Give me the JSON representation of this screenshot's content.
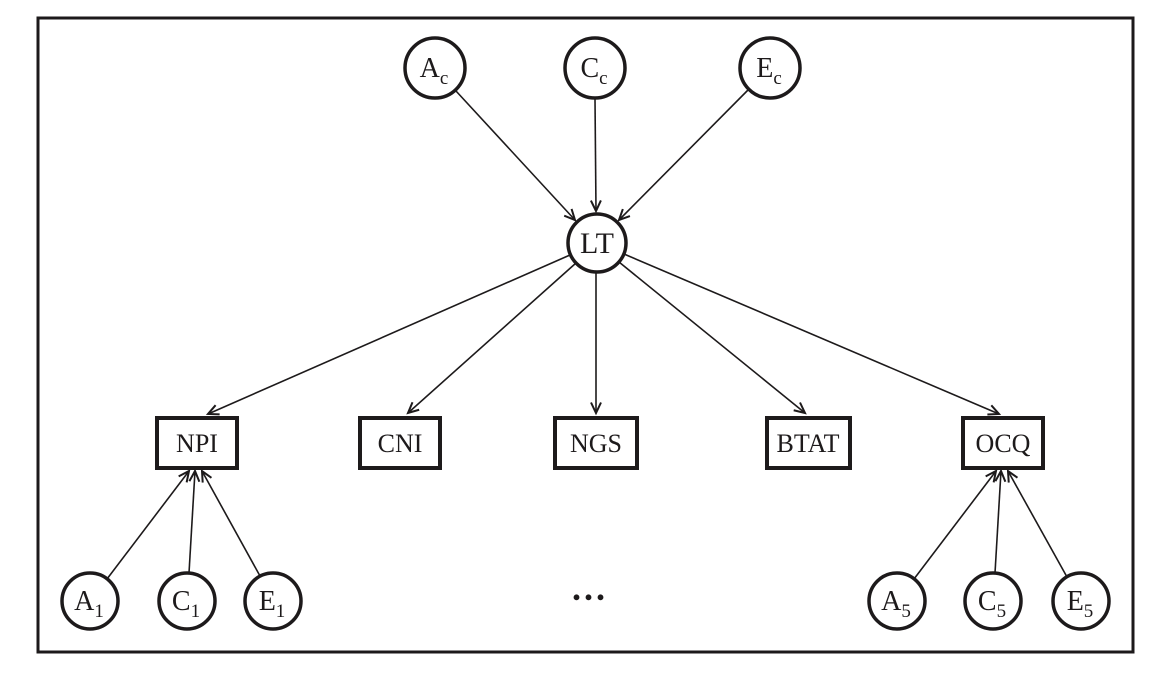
{
  "nodes": {
    "common_factors": [
      {
        "label": "A",
        "sub": "c"
      },
      {
        "label": "C",
        "sub": "c"
      },
      {
        "label": "E",
        "sub": "c"
      }
    ],
    "latent_trait": {
      "label": "LT"
    },
    "indicators": [
      {
        "label": "NPI"
      },
      {
        "label": "CNI"
      },
      {
        "label": "NGS"
      },
      {
        "label": "BTAT"
      },
      {
        "label": "OCQ"
      }
    ],
    "specific_factors_left": [
      {
        "label": "A",
        "sub": "1"
      },
      {
        "label": "C",
        "sub": "1"
      },
      {
        "label": "E",
        "sub": "1"
      }
    ],
    "specific_factors_right": [
      {
        "label": "A",
        "sub": "5"
      },
      {
        "label": "C",
        "sub": "5"
      },
      {
        "label": "E",
        "sub": "5"
      }
    ],
    "ellipsis": "..."
  },
  "edges": [
    {
      "from": "Ac",
      "to": "LT"
    },
    {
      "from": "Cc",
      "to": "LT"
    },
    {
      "from": "Ec",
      "to": "LT"
    },
    {
      "from": "LT",
      "to": "NPI"
    },
    {
      "from": "LT",
      "to": "CNI"
    },
    {
      "from": "LT",
      "to": "NGS"
    },
    {
      "from": "LT",
      "to": "BTAT"
    },
    {
      "from": "LT",
      "to": "OCQ"
    },
    {
      "from": "A1",
      "to": "NPI"
    },
    {
      "from": "C1",
      "to": "NPI"
    },
    {
      "from": "E1",
      "to": "NPI"
    },
    {
      "from": "A5",
      "to": "OCQ"
    },
    {
      "from": "C5",
      "to": "OCQ"
    },
    {
      "from": "E5",
      "to": "OCQ"
    }
  ],
  "colors": {
    "stroke": "#1d1a1b",
    "background": "#ffffff"
  }
}
